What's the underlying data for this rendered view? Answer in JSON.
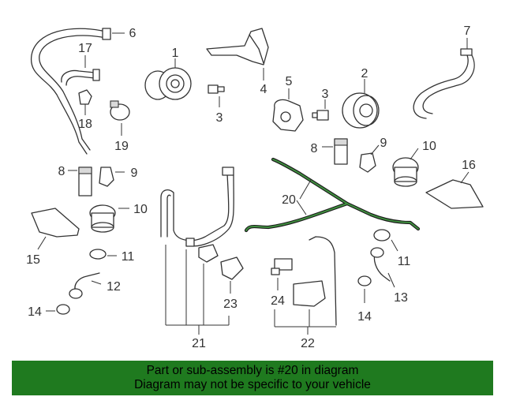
{
  "diagram": {
    "callouts": {
      "c1": "1",
      "c2": "2",
      "c3a": "3",
      "c3b": "3",
      "c4": "4",
      "c5": "5",
      "c6": "6",
      "c7": "7",
      "c8a": "8",
      "c8b": "8",
      "c9a": "9",
      "c9b": "9",
      "c10a": "10",
      "c10b": "10",
      "c11a": "11",
      "c11b": "11",
      "c12": "12",
      "c13": "13",
      "c14a": "14",
      "c14b": "14",
      "c15": "15",
      "c16": "16",
      "c17": "17",
      "c18": "18",
      "c19": "19",
      "c20": "20",
      "c21": "21",
      "c22": "22",
      "c23": "23",
      "c24": "24"
    },
    "highlighted_part": "20"
  },
  "banner": {
    "line1": "Part or sub-assembly is #20 in diagram",
    "line2": "Diagram may not be specific to your vehicle"
  },
  "colors": {
    "banner_bg": "#1f7a1f",
    "highlight": "#3f8f3f",
    "line": "#333333"
  }
}
